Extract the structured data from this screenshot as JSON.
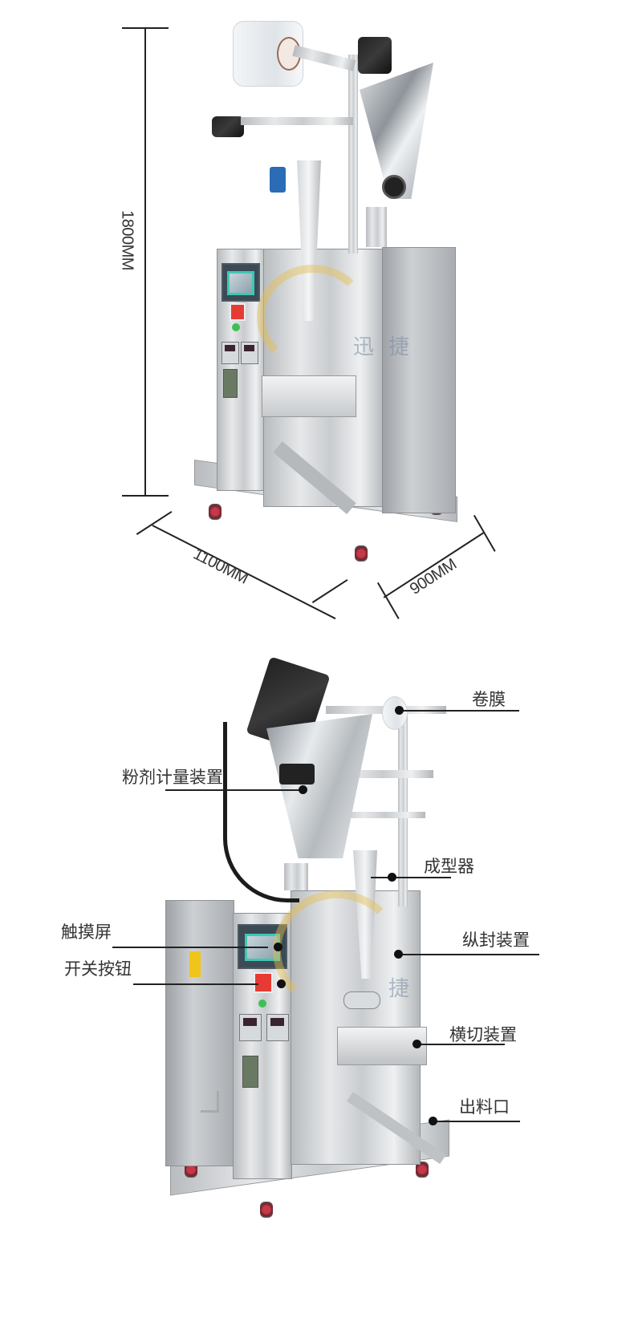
{
  "top_diagram": {
    "height_label": "1800MM",
    "width_label": "1100MM",
    "depth_label": "900MM",
    "watermark_chars": [
      "迅",
      "捷"
    ]
  },
  "bottom_diagram": {
    "labels": {
      "film_roll": "卷膜",
      "powder_metering": "粉剂计量装置",
      "former": "成型器",
      "touch_screen": "触摸屏",
      "vertical_seal": "纵封装置",
      "power_switch": "开关按钮",
      "horizontal_cut": "横切装置",
      "outlet": "出料口"
    },
    "watermark_chars": [
      "捷"
    ]
  },
  "colors": {
    "label_text": "#333333",
    "leader_line": "#222222",
    "screen_frame": "#3fc8b4",
    "switch_red": "#e63b35",
    "button_green": "#3fbf55",
    "wheel_red": "#c33a4a"
  }
}
